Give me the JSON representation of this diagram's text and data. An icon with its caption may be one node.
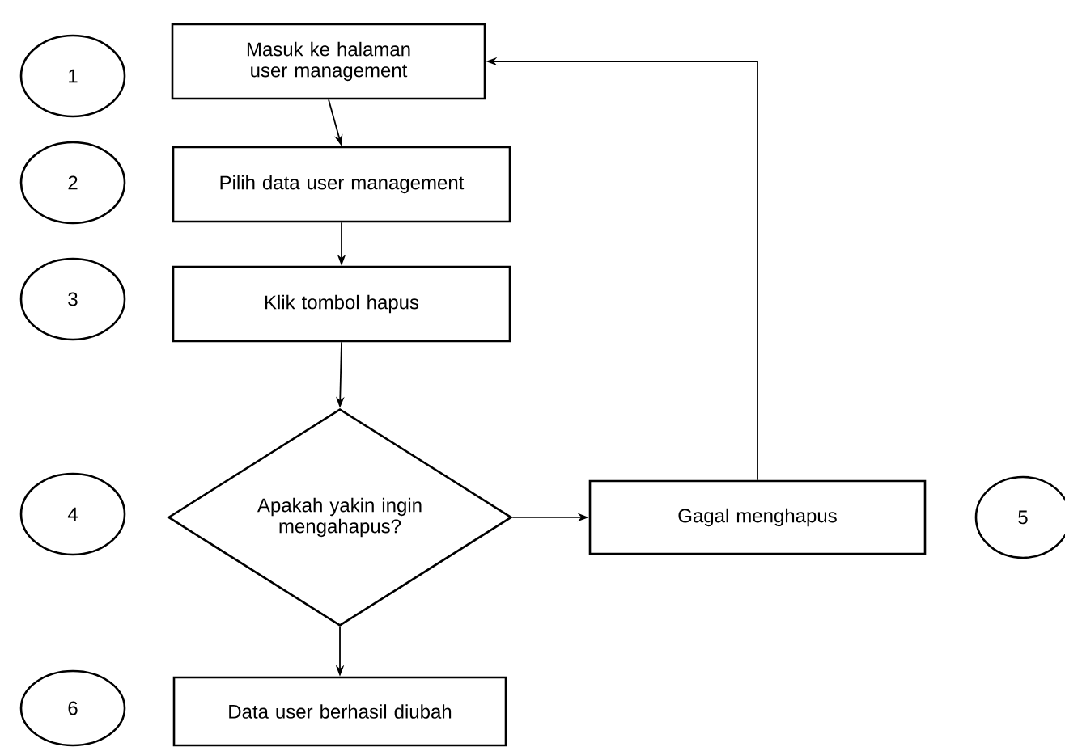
{
  "diagram": {
    "nodes": [
      {
        "text": [
          "1"
        ]
      },
      {
        "text": [
          "Masuk ke halaman user management"
        ]
      },
      {
        "text": [
          "2"
        ]
      },
      {
        "text": [
          "Pilih data user management"
        ]
      },
      {
        "text": [
          "3"
        ]
      },
      {
        "text": [
          "Klik tombol hapus"
        ]
      },
      {
        "text": [
          "4"
        ]
      },
      {
        "text": [
          "Apakah yakin ingin mengahapus?"
        ]
      },
      {
        "text": [
          "Gagal menghapus"
        ]
      },
      {
        "text": [
          "5"
        ]
      },
      {
        "text": [
          "6"
        ]
      },
      {
        "text": [
          "Data user berhasil diubah"
        ]
      }
    ],
    "edges": [
      {
        "from": 1,
        "to": 3,
        "arrow": "to"
      },
      {
        "from": 3,
        "to": 5,
        "arrow": "to"
      },
      {
        "from": 5,
        "to": 7,
        "arrow": "to"
      },
      {
        "from": 7,
        "to": 8,
        "arrow": "to"
      },
      {
        "from": 8,
        "to": 1,
        "arrow": "to"
      },
      {
        "from": 7,
        "to": 11,
        "arrow": "to"
      }
    ]
  }
}
